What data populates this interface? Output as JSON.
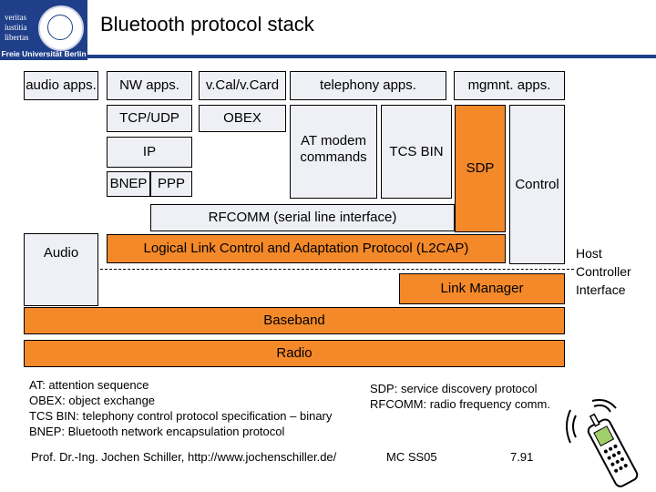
{
  "header": {
    "title": "Bluetooth protocol stack",
    "logo_words": [
      "veritas",
      "iustitia",
      "libertas"
    ],
    "university": "Freie Universität Berlin"
  },
  "stack": {
    "audio_apps": "audio apps.",
    "nw_apps": "NW apps.",
    "vcal": "v.Cal/v.Card",
    "telephony": "telephony apps.",
    "mgmnt": "mgmnt. apps.",
    "tcpudp": "TCP/UDP",
    "obex": "OBEX",
    "ip": "IP",
    "at_modem": "AT modem commands",
    "tcs_bin": "TCS BIN",
    "sdp": "SDP",
    "bnep": "BNEP",
    "ppp": "PPP",
    "control": "Control",
    "rfcomm": "RFCOMM (serial line interface)",
    "audio": "Audio",
    "l2cap": "Logical Link Control and Adaptation Protocol (L2CAP)",
    "hci": "Host Controller Interface",
    "link_manager": "Link Manager",
    "baseband": "Baseband",
    "radio": "Radio"
  },
  "legend": {
    "left": [
      "AT: attention sequence",
      "OBEX: object exchange",
      "TCS BIN: telephony control protocol specification – binary",
      "BNEP: Bluetooth network encapsulation protocol"
    ],
    "right": [
      "SDP: service discovery protocol",
      "RFCOMM: radio frequency comm."
    ]
  },
  "footer": {
    "author": "Prof. Dr.-Ing. Jochen Schiller, http://www.jochenschiller.de/",
    "course": "MC SS05",
    "page": "7.91"
  },
  "colors": {
    "orange": "#f4892a",
    "box_fill": "#eef0f6",
    "logo_blue": "#1f3f8a"
  }
}
